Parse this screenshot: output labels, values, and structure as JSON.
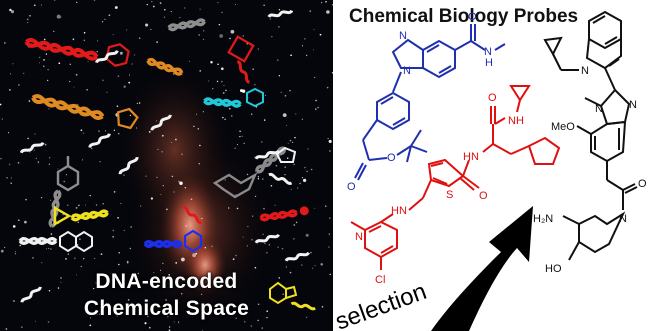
{
  "caption": {
    "line1": "DNA-encoded",
    "line2": "Chemical Space"
  },
  "title": "Chemical Biology Probes",
  "arrow_label": "selection",
  "atom_labels": {
    "n1": "N",
    "n2": "N",
    "nh_top": "N",
    "h_top": "H",
    "o_top": "O",
    "nh_cp": "NH",
    "o_amide": "O",
    "hn_mid": "HN",
    "o_mid": "O",
    "s": "S",
    "hn_low": "HN",
    "n_pyr": "N",
    "cl": "Cl",
    "o_ester1": "O",
    "o_ester2": "O",
    "n_ind": "N",
    "n_bz1": "N",
    "n_bz2": "N",
    "meo": "MeO",
    "o_right": "O",
    "n_pip": "N",
    "h2n": "H₂N",
    "ho": "HO"
  },
  "colors": {
    "space_bg": "#05060c",
    "nebula": "#b8503a",
    "blue_fragment": "#1f2fb0",
    "red_fragment": "#e01010",
    "black_fragment": "#111111",
    "arrow": "#000000"
  }
}
